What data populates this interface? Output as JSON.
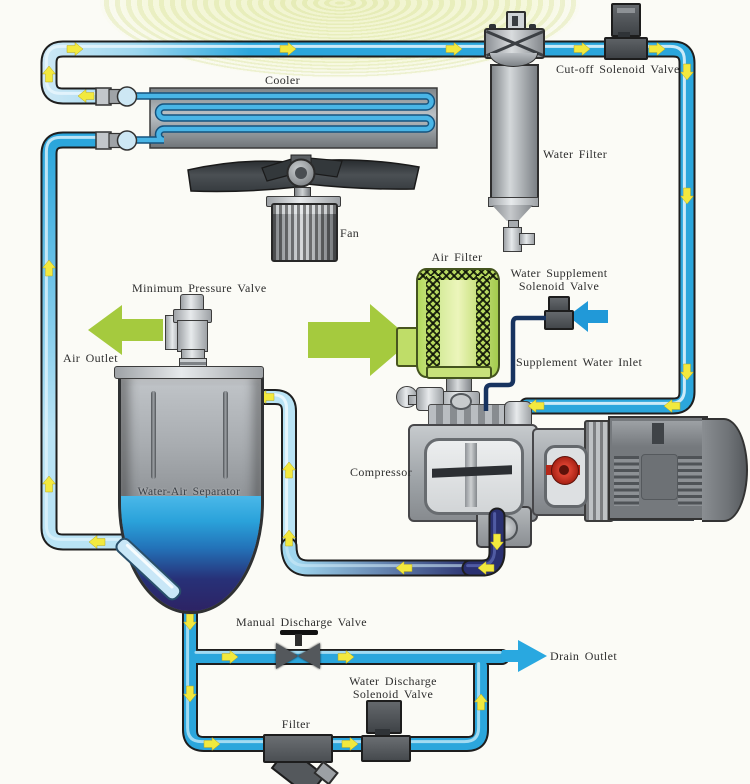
{
  "diagram": {
    "kind": "process-flow-diagram",
    "subject": "water lubricated air compressor circuit"
  },
  "labels": {
    "cooler": "Cooler",
    "fan": "Fan",
    "water_filter": "Water Filter",
    "cutoff_solenoid_valve": "Cut-off Solenoid Valve",
    "air_filter": "Air Filter",
    "water_supplement_valve_line1": "Water Supplement",
    "water_supplement_valve_line2": "Solenoid Valve",
    "supplement_water_inlet": "Supplement Water Inlet",
    "minimum_pressure_valve": "Minimum Pressure Valve",
    "air_outlet": "Air Outlet",
    "water_air_separator": "Water-Air Separator",
    "compressor": "Compressor",
    "manual_discharge_valve": "Manual Discharge Valve",
    "drain_outlet": "Drain Outlet",
    "water_discharge_valve_line1": "Water Discharge",
    "water_discharge_valve_line2": "Solenoid Valve",
    "filter": "Filter"
  },
  "colors": {
    "pipe_cyan": "#2ba6dc",
    "pipe_light": "#cfe9f6",
    "pipe_navy": "#2a3070",
    "flow_arrow_yellow": "#f2e93e",
    "air_arrow_green": "#a5ca3e",
    "water_arrow_blue": "#2199d8",
    "separator_water_top": "#4ab8e9",
    "separator_water_deep": "#2d2364",
    "air_filter_green": "#cde87d",
    "metal_gray": "#9ea2a6",
    "background": "#fbfbf6"
  }
}
